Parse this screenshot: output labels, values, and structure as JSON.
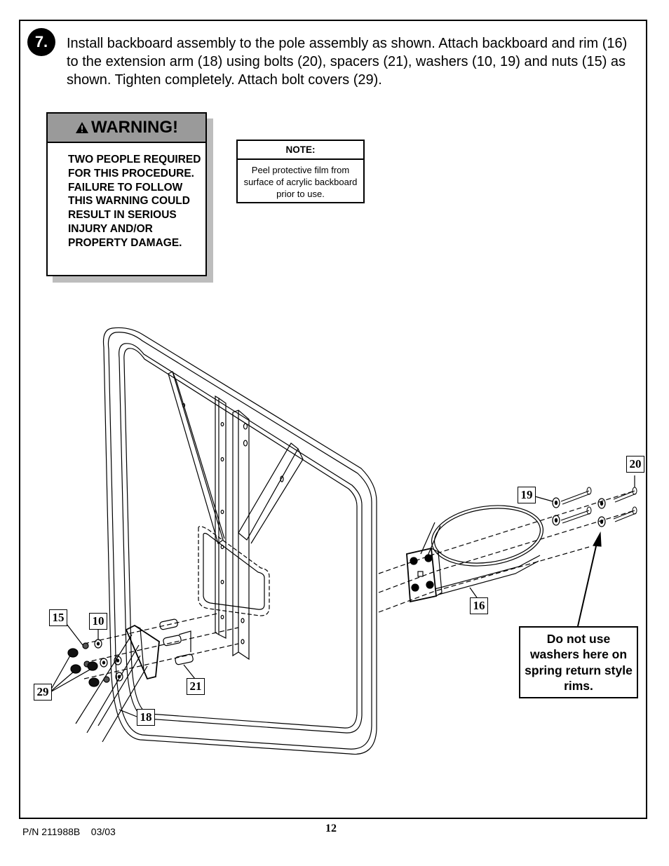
{
  "step": {
    "number": "7.",
    "instruction": "Install backboard assembly to the pole assembly as shown. Attach backboard and rim (16) to the extension arm (18) using bolts (20), spacers (21), washers (10, 19) and nuts (15) as shown. Tighten completely. Attach bolt covers (29)."
  },
  "warning": {
    "title": "WARNING!",
    "text": "TWO PEOPLE REQUIRED FOR THIS PROCEDURE.  FAILURE TO FOLLOW THIS WARNING COULD RESULT IN SERIOUS INJURY AND/OR PROPERTY DAMAGE.",
    "icon": "warning-triangle-icon"
  },
  "note": {
    "title": "NOTE:",
    "text": "Peel protective film from surface of acrylic backboard prior to use."
  },
  "callouts": {
    "c15": "15",
    "c10": "10",
    "c29": "29",
    "c18": "18",
    "c21": "21",
    "c16": "16",
    "c19": "19",
    "c20": "20"
  },
  "rim_note": "Do not use washers here on spring return style rims.",
  "footer": {
    "part_number": "P/N 211988B    03/03",
    "page_number": "12"
  }
}
